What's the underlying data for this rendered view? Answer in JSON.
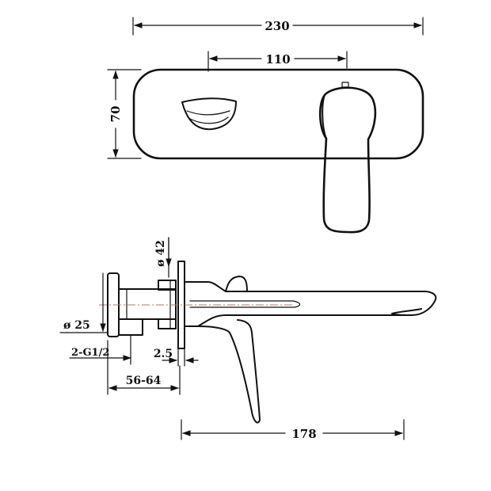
{
  "dimensions": {
    "overall_width": "230",
    "center_distance": "110",
    "plate_height": "70",
    "body_diameter": "ø 42",
    "outlet_diameter": "ø 25",
    "thread": "2-G1/2",
    "plate_thickness": "2.5",
    "wall_depth": "56-64",
    "spout_reach": "178"
  },
  "colors": {
    "line": "#111111",
    "centerline": "#b07a6a"
  }
}
